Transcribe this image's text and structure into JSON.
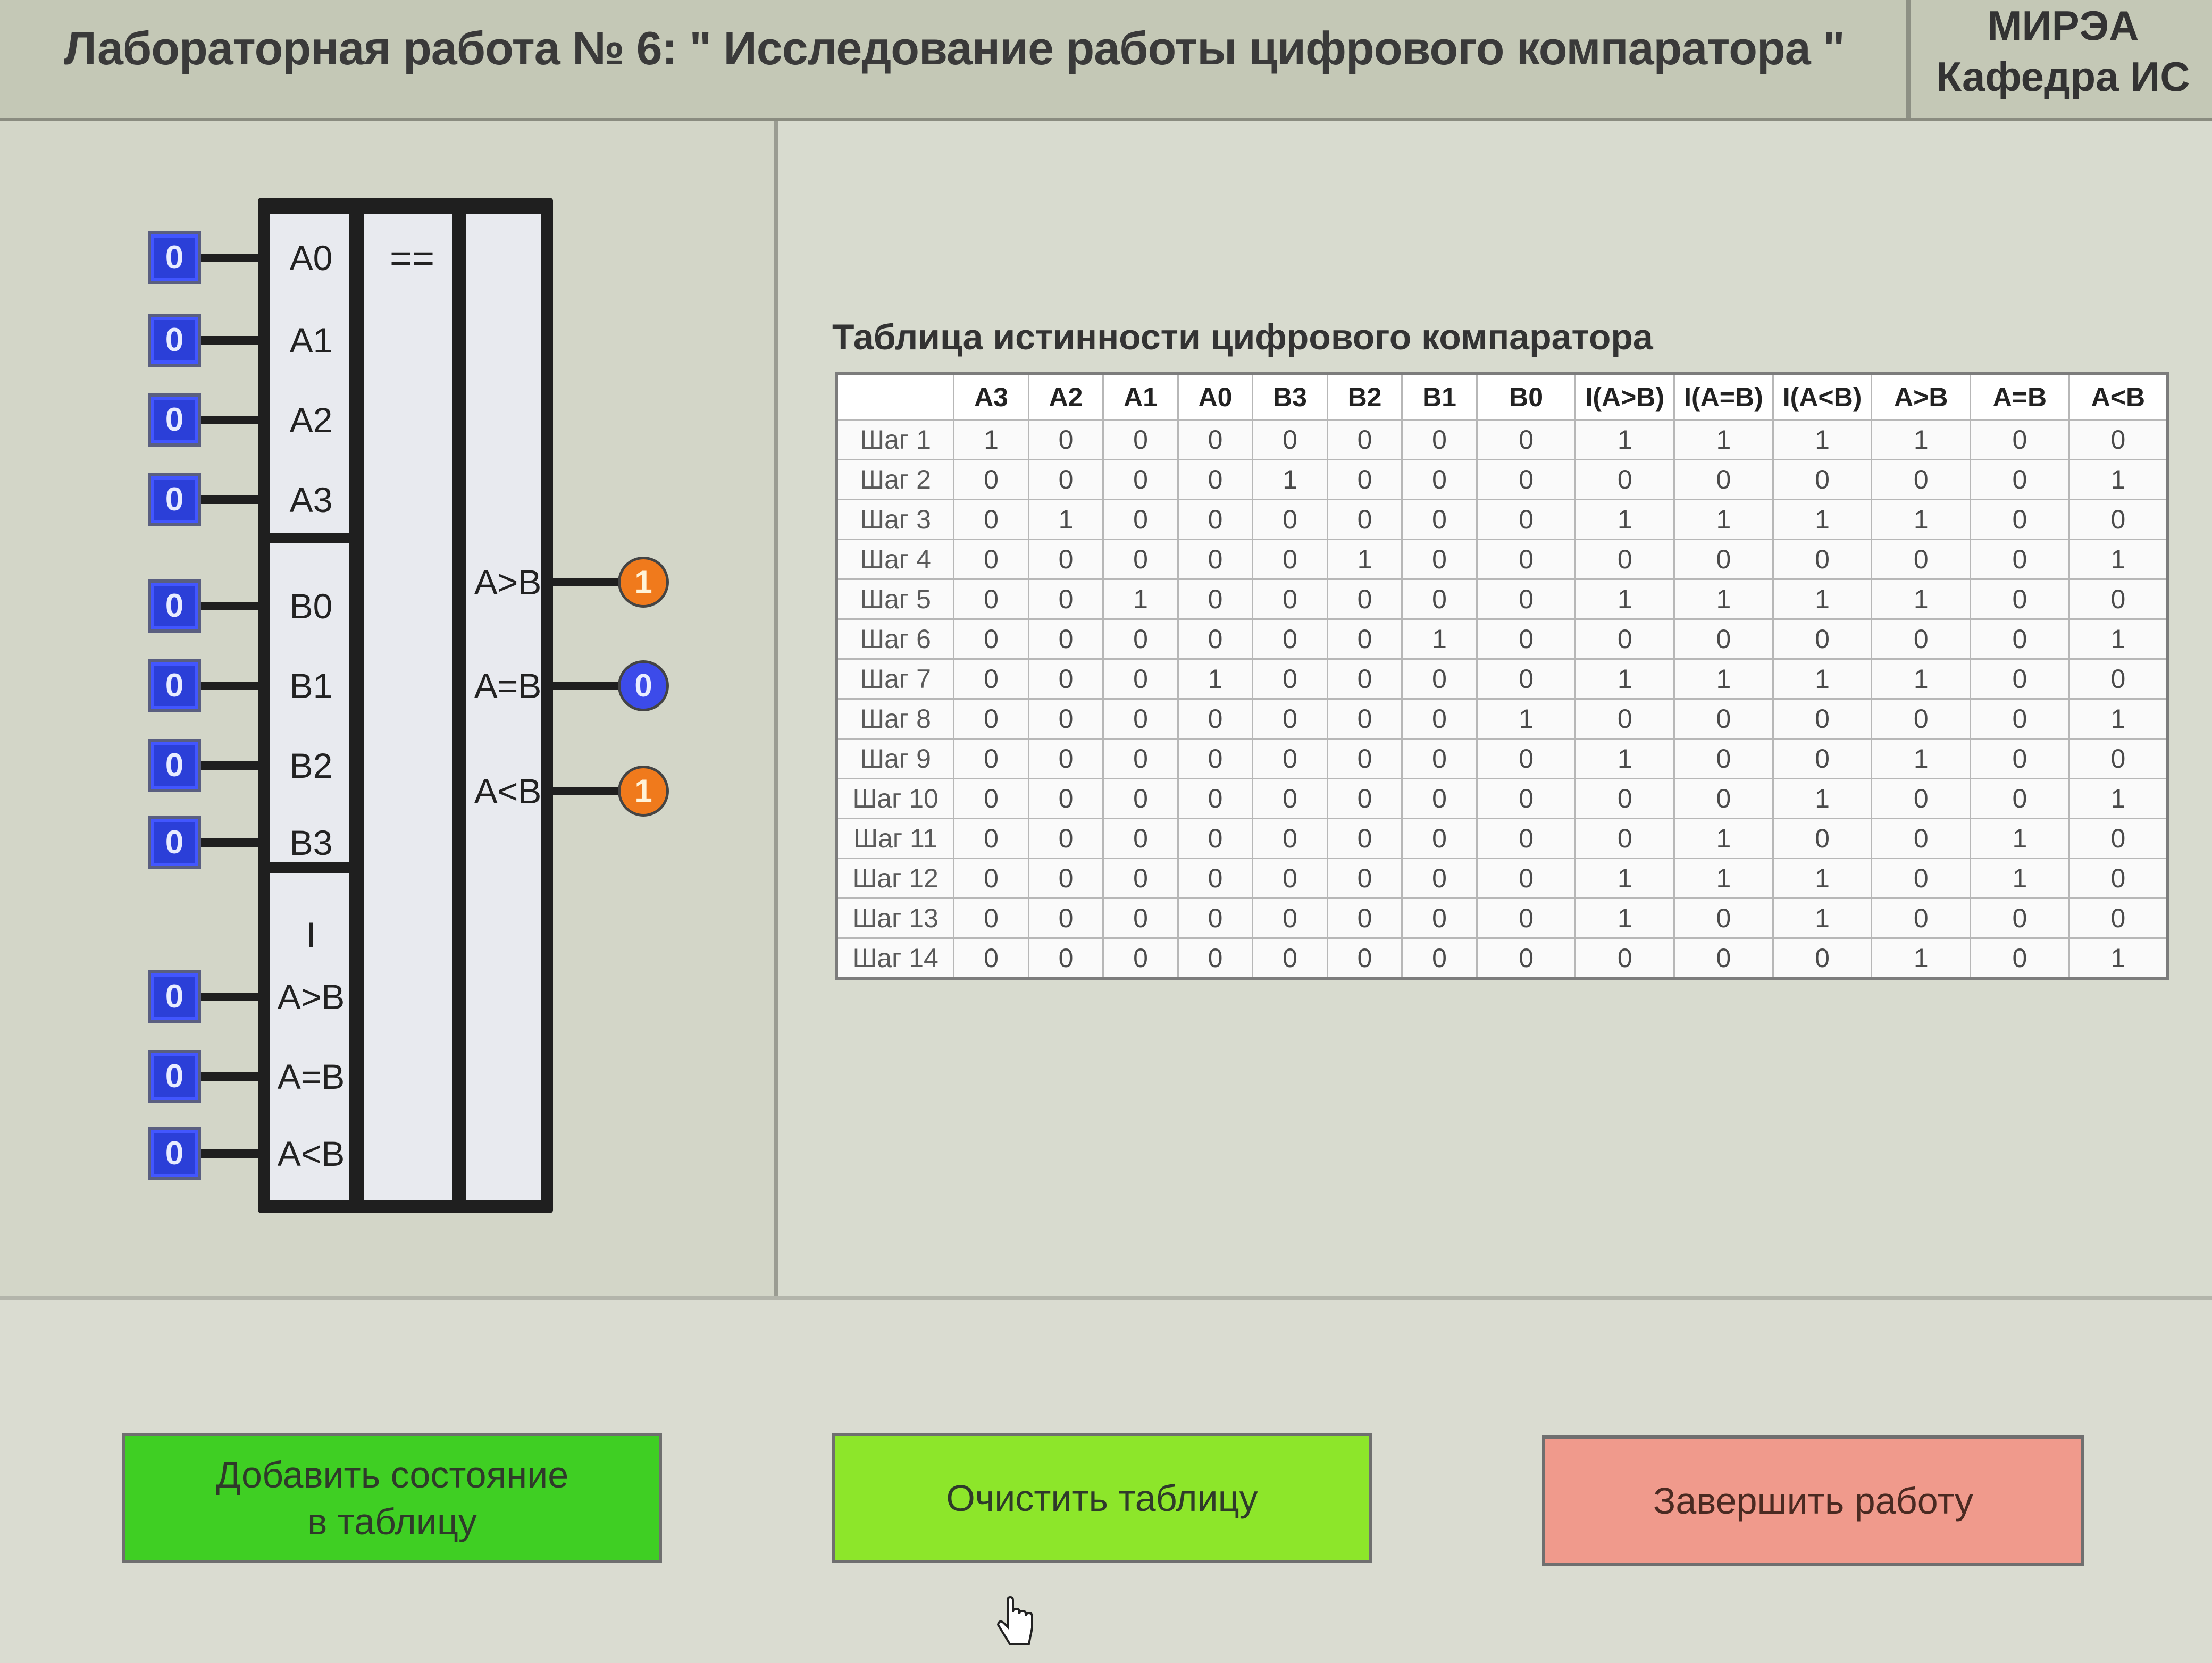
{
  "header": {
    "title": "Лабораторная работа № 6: \" Исследование работы цифрового компаратора \"",
    "org_line1": "МИРЭА",
    "org_line2": "Кафедра ИС"
  },
  "schematic": {
    "chip_label": "==",
    "i_label": "I",
    "inputs": [
      {
        "label": "A0",
        "value": "0"
      },
      {
        "label": "A1",
        "value": "0"
      },
      {
        "label": "A2",
        "value": "0"
      },
      {
        "label": "A3",
        "value": "0"
      },
      {
        "label": "B0",
        "value": "0"
      },
      {
        "label": "B1",
        "value": "0"
      },
      {
        "label": "B2",
        "value": "0"
      },
      {
        "label": "B3",
        "value": "0"
      },
      {
        "label": "A>B",
        "value": "0"
      },
      {
        "label": "A=B",
        "value": "0"
      },
      {
        "label": "A<B",
        "value": "0"
      }
    ],
    "outputs": [
      {
        "label": "A>B",
        "value": "1",
        "color": "#f07a1c"
      },
      {
        "label": "A=B",
        "value": "0",
        "color": "#3c4bea"
      },
      {
        "label": "A<B",
        "value": "1",
        "color": "#f07a1c"
      }
    ]
  },
  "table": {
    "title": "Таблица истинности цифрового компаратора",
    "headers": [
      "",
      "A3",
      "A2",
      "A1",
      "A0",
      "B3",
      "B2",
      "B1",
      "B0",
      "I(A>B)",
      "I(A=B)",
      "I(A<B)",
      "A>B",
      "A=B",
      "A<B"
    ],
    "rows": [
      [
        "Шаг 1",
        "1",
        "0",
        "0",
        "0",
        "0",
        "0",
        "0",
        "0",
        "1",
        "1",
        "1",
        "1",
        "0",
        "0"
      ],
      [
        "Шаг 2",
        "0",
        "0",
        "0",
        "0",
        "1",
        "0",
        "0",
        "0",
        "0",
        "0",
        "0",
        "0",
        "0",
        "1"
      ],
      [
        "Шаг 3",
        "0",
        "1",
        "0",
        "0",
        "0",
        "0",
        "0",
        "0",
        "1",
        "1",
        "1",
        "1",
        "0",
        "0"
      ],
      [
        "Шаг 4",
        "0",
        "0",
        "0",
        "0",
        "0",
        "1",
        "0",
        "0",
        "0",
        "0",
        "0",
        "0",
        "0",
        "1"
      ],
      [
        "Шаг 5",
        "0",
        "0",
        "1",
        "0",
        "0",
        "0",
        "0",
        "0",
        "1",
        "1",
        "1",
        "1",
        "0",
        "0"
      ],
      [
        "Шаг 6",
        "0",
        "0",
        "0",
        "0",
        "0",
        "0",
        "1",
        "0",
        "0",
        "0",
        "0",
        "0",
        "0",
        "1"
      ],
      [
        "Шаг 7",
        "0",
        "0",
        "0",
        "1",
        "0",
        "0",
        "0",
        "0",
        "1",
        "1",
        "1",
        "1",
        "0",
        "0"
      ],
      [
        "Шаг 8",
        "0",
        "0",
        "0",
        "0",
        "0",
        "0",
        "0",
        "1",
        "0",
        "0",
        "0",
        "0",
        "0",
        "1"
      ],
      [
        "Шаг 9",
        "0",
        "0",
        "0",
        "0",
        "0",
        "0",
        "0",
        "0",
        "1",
        "0",
        "0",
        "1",
        "0",
        "0"
      ],
      [
        "Шаг 10",
        "0",
        "0",
        "0",
        "0",
        "0",
        "0",
        "0",
        "0",
        "0",
        "0",
        "1",
        "0",
        "0",
        "1"
      ],
      [
        "Шаг 11",
        "0",
        "0",
        "0",
        "0",
        "0",
        "0",
        "0",
        "0",
        "0",
        "1",
        "0",
        "0",
        "1",
        "0"
      ],
      [
        "Шаг 12",
        "0",
        "0",
        "0",
        "0",
        "0",
        "0",
        "0",
        "0",
        "1",
        "1",
        "1",
        "0",
        "1",
        "0"
      ],
      [
        "Шаг 13",
        "0",
        "0",
        "0",
        "0",
        "0",
        "0",
        "0",
        "0",
        "1",
        "0",
        "1",
        "0",
        "0",
        "0"
      ],
      [
        "Шаг 14",
        "0",
        "0",
        "0",
        "0",
        "0",
        "0",
        "0",
        "0",
        "0",
        "0",
        "0",
        "1",
        "0",
        "1"
      ]
    ]
  },
  "buttons": {
    "add_line1": "Добавить состояние",
    "add_line2": "в таблицу",
    "clear": "Очистить таблицу",
    "finish": "Завершить работу"
  },
  "cursor": {
    "icon": "hand-pointer-icon"
  }
}
